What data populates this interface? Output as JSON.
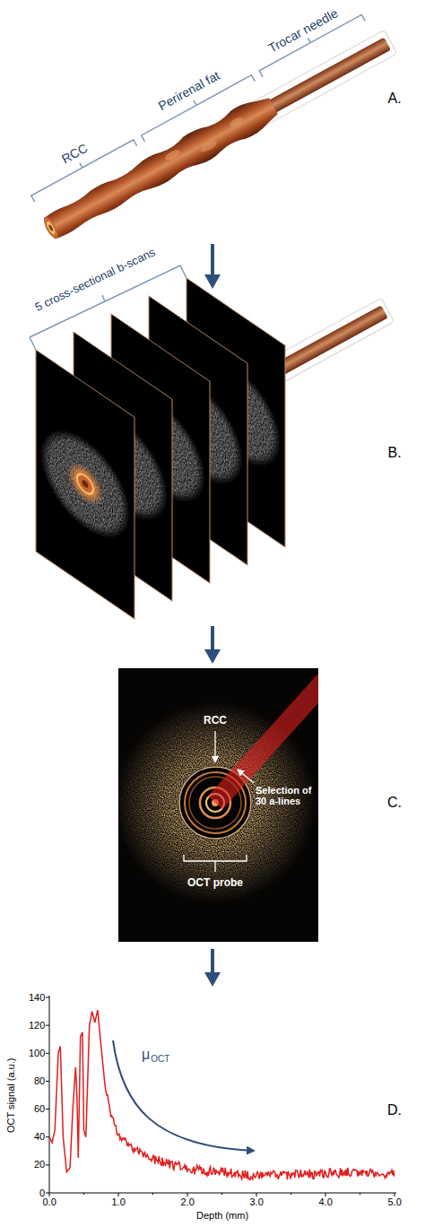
{
  "diagram": {
    "labels": [
      "RCC",
      "Perirenal fat",
      "Trocar needle",
      "A.",
      "5 cross-sectional b-scans",
      "B.",
      "RCC",
      "Selection of 30 a-lines",
      "OCT probe",
      "C.",
      "OCT signal (a.u.)",
      "0",
      "20",
      "40",
      "60",
      "80",
      "100",
      "120",
      "140",
      "0.0",
      "1.0",
      "2.0",
      "3.0",
      "4.0",
      "5.0",
      "Depth (mm)",
      "μ",
      "OCT",
      "D."
    ]
  }
}
